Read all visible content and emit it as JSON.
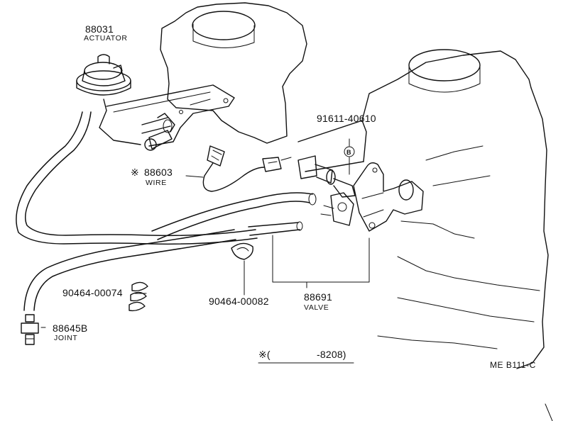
{
  "diagram": {
    "parts": [
      {
        "part_no": "88031",
        "name": "ACTUATOR"
      },
      {
        "part_no": "91611-40610",
        "marker": "B"
      },
      {
        "part_no": "88603",
        "prefix": "※",
        "name": "WIRE"
      },
      {
        "part_no": "90464-00074"
      },
      {
        "part_no": "90464-00082"
      },
      {
        "part_no": "88691",
        "name": "VALVE"
      },
      {
        "part_no": "88645B",
        "name": "JOINT"
      }
    ],
    "footnote": {
      "prefix": "※(",
      "range": "‑8208)"
    },
    "ref_code": "ME  B111-C"
  }
}
